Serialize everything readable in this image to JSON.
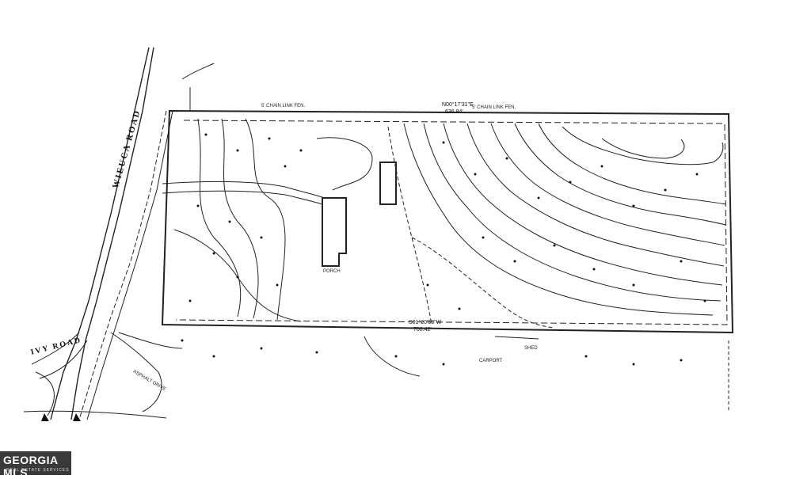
{
  "labels": {
    "road_main": "WIEUCA ROAD",
    "road_side": "IVY ROAD",
    "fence_top": "5' CHAIN LINK FEN.",
    "fence_top_right": "5' CHAIN LINK FEN.",
    "porch": "PORCH",
    "carport": "CARPORT",
    "shed": "SHED",
    "asphalt_drive": "ASPHALT DRIVE"
  },
  "bearings": {
    "north_line": "N00°17'31\"E",
    "north_line_distance": "636.84'",
    "south_line": "S01°20'53\"W",
    "south_line_distance": "700.42'"
  },
  "watermark": {
    "brand": "GEORGIA MLS",
    "tagline": "REAL ESTATE SERVICES"
  }
}
